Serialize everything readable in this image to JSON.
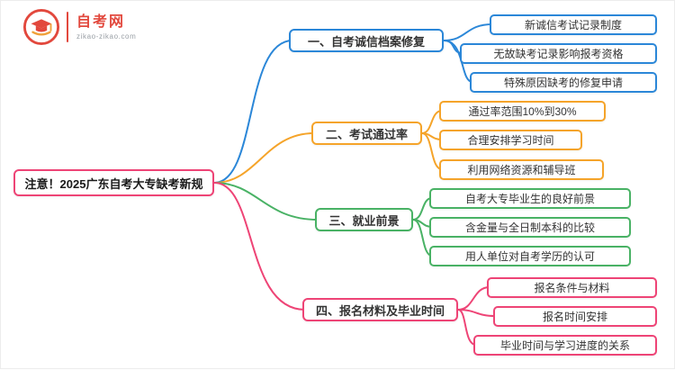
{
  "logo": {
    "title": "自考网",
    "domain": "zikao-zikao.com",
    "accent": "#e2483d",
    "accent2": "#f0a23c"
  },
  "root": {
    "label": "注意！2025广东自考大专缺考新规",
    "color": "#ee4476"
  },
  "branches": [
    {
      "label": "一、自考诚信档案修复",
      "color": "#2b87d8",
      "children": [
        "新诚信考试记录制度",
        "无故缺考记录影响报考资格",
        "特殊原因缺考的修复申请"
      ]
    },
    {
      "label": "二、考试通过率",
      "color": "#f5a42a",
      "children": [
        "通过率范围10%到30%",
        "合理安排学习时间",
        "利用网络资源和辅导班"
      ]
    },
    {
      "label": "三、就业前景",
      "color": "#49b265",
      "children": [
        "自考大专毕业生的良好前景",
        "含金量与全日制本科的比较",
        "用人单位对自考学历的认可"
      ]
    },
    {
      "label": "四、报名材料及毕业时间",
      "color": "#ee4476",
      "children": [
        "报名条件与材料",
        "报名时间安排",
        "毕业时间与学习进度的关系"
      ]
    }
  ]
}
